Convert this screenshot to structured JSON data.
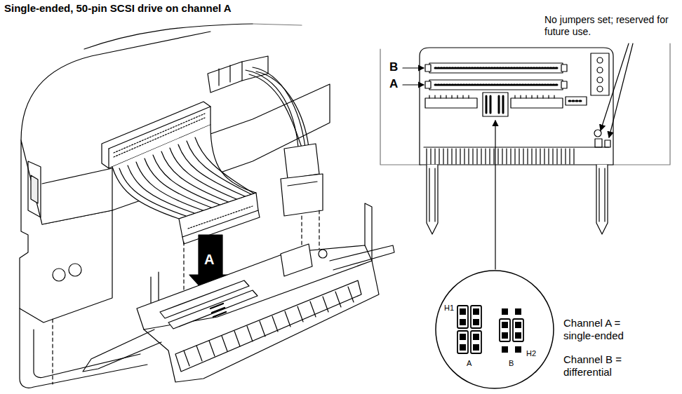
{
  "diagram": {
    "title": "Single-ended, 50-pin SCSI drive on channel A",
    "labels": [
      "No jumpers set; reserved for future use.",
      "B",
      "A",
      "H1",
      "H2",
      "A",
      "B",
      "Channel A = single-ended",
      "Channel B = differential",
      "A"
    ]
  }
}
